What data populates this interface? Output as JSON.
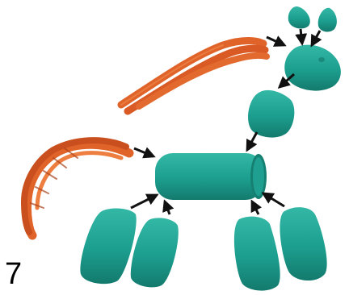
{
  "step_number": "7",
  "colors": {
    "body_part_teal": "#1c9e8e",
    "body_part_teal_dark": "#137a6d",
    "mane_tail_orange": "#e0642a",
    "mane_tail_orange_dark": "#b8471a",
    "arrow": "#111111",
    "background": "#ffffff"
  },
  "parts": [
    "ear-left",
    "ear-right",
    "head",
    "neck",
    "mane",
    "body",
    "tail",
    "front-leg-left",
    "front-leg-right",
    "back-leg-left",
    "back-leg-right"
  ]
}
